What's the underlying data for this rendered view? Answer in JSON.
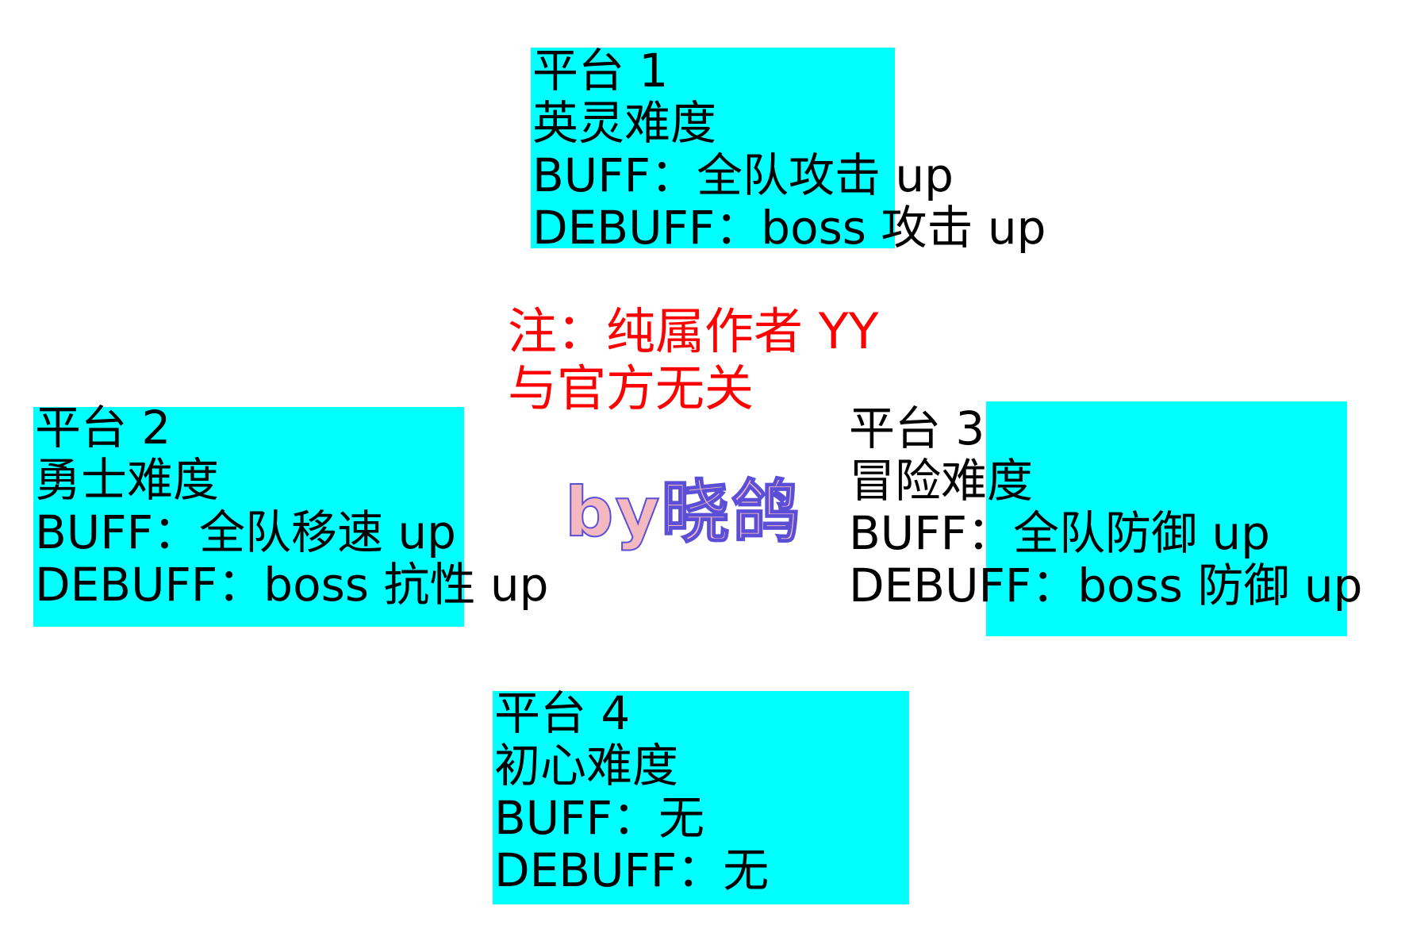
{
  "platforms": [
    {
      "title": "平台 1",
      "difficulty": "英灵难度",
      "buff": "BUFF：全队攻击 up",
      "debuff": "DEBUFF：boss 攻击 up"
    },
    {
      "title": "平台 2",
      "difficulty": "勇士难度",
      "buff": "BUFF：全队移速 up",
      "debuff": "DEBUFF：boss 抗性 up"
    },
    {
      "title": "平台 3",
      "difficulty": "冒险难度",
      "buff": "BUFF：全队防御 up",
      "debuff": "DEBUFF：boss 防御 up"
    },
    {
      "title": "平台 4",
      "difficulty": "初心难度",
      "buff": "BUFF：无",
      "debuff": "DEBUFF：无"
    }
  ],
  "note": {
    "line1": "注：纯属作者 YY",
    "line2": "与官方无关",
    "color": "#ff0000"
  },
  "watermark": {
    "text": "by晓鸽",
    "fill_color": "#f4b9c0",
    "outline_color": "#5a4fd6"
  },
  "colors": {
    "panel": "#00ffff",
    "text": "#000000",
    "background": "#ffffff"
  }
}
